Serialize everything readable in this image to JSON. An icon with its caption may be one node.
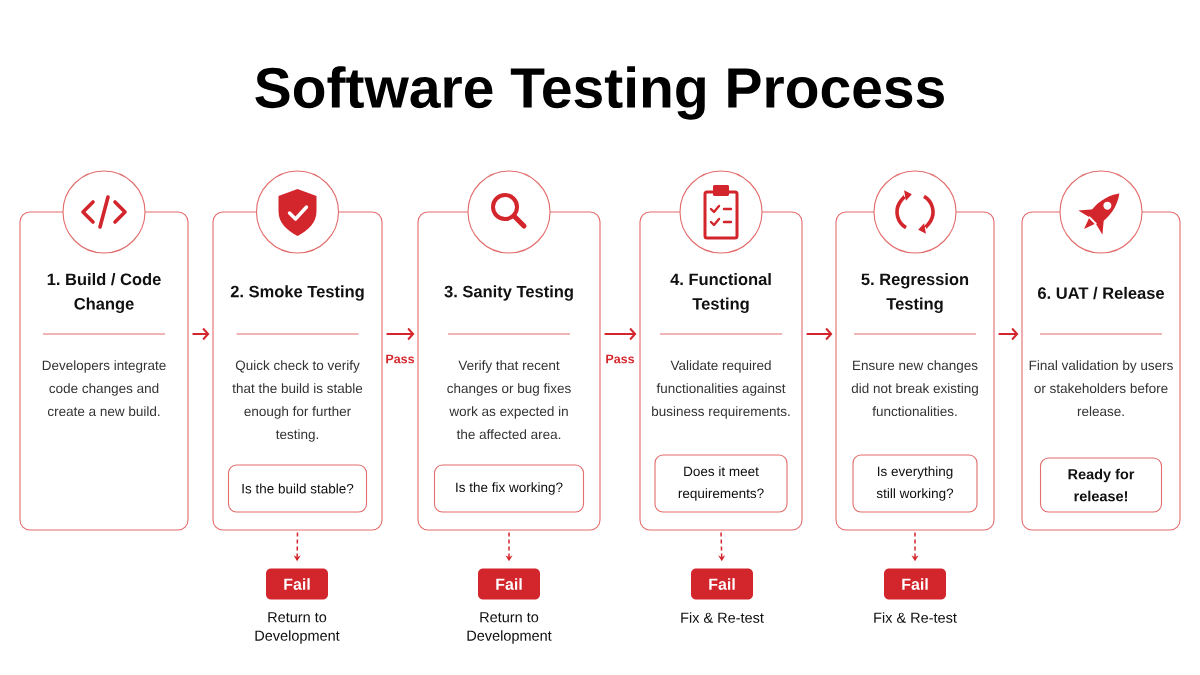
{
  "diagram": {
    "title": "Software Testing Process",
    "nodes": [
      {
        "text": [
          "1. Build / Code Change",
          "Developers integrate code changes and create a new build."
        ]
      },
      {
        "text": [
          "2. Smoke Testing",
          "Quick check to verify that the build is stable enough for further testing."
        ]
      },
      {
        "text": [
          "Is the build stable?"
        ],
        "in": 1
      },
      {
        "text": [
          "3. Sanity Testing",
          "Verify that recent changes or bug fixes work as expected in the affected area."
        ]
      },
      {
        "text": [
          "Is the fix working?"
        ],
        "in": 3
      },
      {
        "text": [
          "4. Functional Testing",
          "Validate required functionalities against business requirements."
        ]
      },
      {
        "text": [
          "Does it meet requirements?"
        ],
        "in": 5
      },
      {
        "text": [
          "5. Regression Testing",
          "Ensure new changes did not break existing functionalities."
        ]
      },
      {
        "text": [
          "Is everything still working?"
        ],
        "in": 7
      },
      {
        "text": [
          "6. UAT / Release",
          "Final validation by users or stakeholders before release."
        ]
      },
      {
        "text": [
          "Ready for release!"
        ],
        "in": 9
      },
      {
        "text": [
          "Fail"
        ],
        "beside": [
          "Return to Development"
        ]
      },
      {
        "text": [
          "Fail"
        ],
        "beside": [
          "Return to Development"
        ]
      },
      {
        "text": [
          "Fail"
        ],
        "beside": [
          "Fix & Re-test"
        ]
      },
      {
        "text": [
          "Fail"
        ],
        "beside": [
          "Fix & Re-test"
        ]
      }
    ],
    "edges": [
      {
        "from": 0,
        "to": 1,
        "arrow": "to"
      },
      {
        "from": 1,
        "to": 3,
        "arrow": "to",
        "label": "Pass"
      },
      {
        "from": 3,
        "to": 5,
        "arrow": "to",
        "label": "Pass"
      },
      {
        "from": 5,
        "to": 7,
        "arrow": "to"
      },
      {
        "from": 7,
        "to": 9,
        "arrow": "to"
      },
      {
        "from": 1,
        "to": 11,
        "arrow": "to",
        "style": "dashed"
      },
      {
        "from": 3,
        "to": 12,
        "arrow": "to",
        "style": "dashed"
      },
      {
        "from": 5,
        "to": 13,
        "arrow": "to",
        "style": "dashed"
      },
      {
        "from": 7,
        "to": 14,
        "arrow": "to",
        "style": "dashed"
      }
    ]
  }
}
